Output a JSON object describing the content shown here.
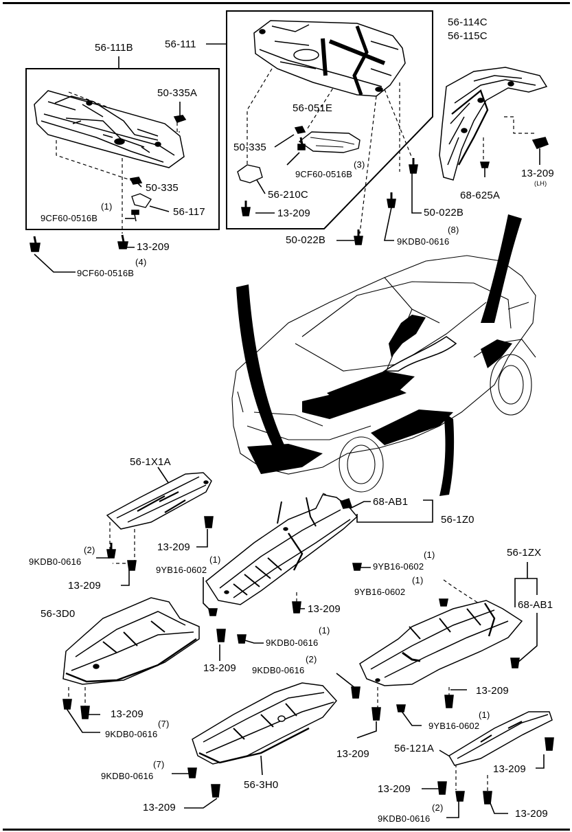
{
  "labels": {
    "p_56_111B": "56-111B",
    "p_56_111": "56-111",
    "p_56_114C": "56-114C",
    "p_56_115C": "56-115C",
    "p_50_335A": "50-335A",
    "p_56_051E": "56-051E",
    "p_50_335_top": "50-335",
    "p_50_335_left": "50-335",
    "p_9CF60_3": "9CF60-0516B",
    "q_3": "(3)",
    "p_56_117": "56-117",
    "q_1_a": "(1)",
    "p_9CF60_1": "9CF60-0516B",
    "p_56_210C": "56-210C",
    "p_13_209_a": "13-209",
    "p_13_209_b": "13-209",
    "p_13_209_lh": "13-209",
    "lh": "(LH)",
    "p_68_625A": "68-625A",
    "p_50_022B_a": "50-022B",
    "p_50_022B_b": "50-022B",
    "q_8": "(8)",
    "p_9KDB0_8": "9KDB0-0616",
    "q_4": "(4)",
    "p_9CF60_4": "9CF60-0516B",
    "p_56_1X1A": "56-1X1A",
    "p_68_AB1_a": "68-AB1",
    "p_56_1Z0": "56-1Z0",
    "p_13_209_c": "13-209",
    "q_2_a": "(2)",
    "p_9KDB0_2a": "9KDB0-0616",
    "p_13_209_d": "13-209",
    "q_1_b": "(1)",
    "p_9YB16_a": "9YB16-0602",
    "q_1_c": "(1)",
    "p_9YB16_b": "9YB16-0602",
    "p_56_1ZX": "56-1ZX",
    "q_1_d": "(1)",
    "p_9YB16_c": "9YB16-0602",
    "p_68_AB1_b": "68-AB1",
    "p_56_3D0": "56-3D0",
    "p_13_209_e": "13-209",
    "q_1_e": "(1)",
    "p_9KDB0_1": "9KDB0-0616",
    "p_13_209_f": "13-209",
    "q_2_b": "(2)",
    "p_9KDB0_2b": "9KDB0-0616",
    "p_13_209_g": "13-209",
    "p_13_209_h": "13-209",
    "q_7_a": "(7)",
    "p_9KDB0_7a": "9KDB0-0616",
    "q_1_f": "(1)",
    "p_9YB16_d": "9YB16-0602",
    "q_7_b": "(7)",
    "p_9KDB0_7b": "9KDB0-0616",
    "p_56_3H0": "56-3H0",
    "p_13_209_i": "13-209",
    "p_56_121A": "56-121A",
    "p_13_209_j": "13-209",
    "p_13_209_k": "13-209",
    "p_13_209_l": "13-209",
    "q_2_c": "(2)",
    "p_9KDB0_2c": "9KDB0-0616",
    "p_13_209_m": "13-209"
  },
  "colors": {
    "ink": "#000000",
    "fill": "#000000",
    "paper": "#ffffff"
  }
}
